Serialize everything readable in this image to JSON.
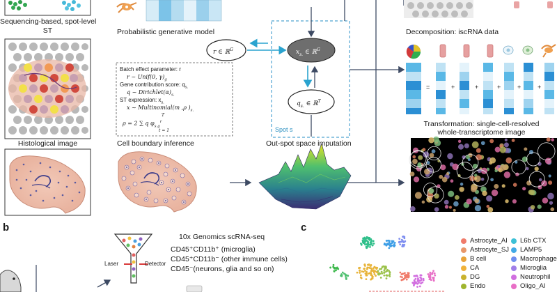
{
  "panel_b": {
    "letter": "b"
  },
  "panel_c": {
    "letter": "c"
  },
  "labels": {
    "seq_line1": "Sequencing-based, spot-level",
    "seq_line2": "ST",
    "prob_model": "Probabilistic generative model",
    "histology": "Histological image",
    "cell_boundary": "Cell boundary inference",
    "outspot": "Out-spot space imputation",
    "decomposition": "Decomposition: iscRNA data",
    "transform_line1": "Transformation: single-cell-resolved",
    "transform_line2": "whole-transcriptome image",
    "spot": "Spot s"
  },
  "nodes": {
    "r": "r ∈ ℝ",
    "r_sup": "G",
    "x": "x",
    "x_sub": "s.",
    "x_rest": " ∈ ℝ",
    "x_sup": "G",
    "q": "q",
    "q_sub": "s.",
    "q_rest": " ∈ ℝ",
    "q_sup": "T"
  },
  "model_box": {
    "l1": "Batch effect parameter: r",
    "l2": "r  ~ Unif(0, γ)",
    "l2_sub": "g",
    "l3": "Gene contribution score: q",
    "l3_sub": "s.",
    "l4": "q   ~ Dirichlet(α)",
    "l4_sub": "s.",
    "l5": "ST expression: x",
    "l5_sub": "s.",
    "l6": "x   ~ Multinomial(m ,ρ )",
    "l6_sub": "s.",
    "l7": "ρ   = 2  ∑   q   φ",
    "l7_sub": "s.g",
    "l7_sup": "r",
    "l7_sum_top": "T",
    "l7_sum_bot": "t = 1"
  },
  "equation_ops": {
    "eq": "=",
    "plus": "+"
  },
  "panel_b_text": {
    "title": "10x Genomics scRNA-seq",
    "line1": "CD45⁺CD11b⁺ (microglia)",
    "line2": "CD45⁺CD11b⁻ (other immune cells)",
    "line3": "CD45⁻(neurons, glia and so on)",
    "laser": "Laser",
    "detector": "Detector"
  },
  "legend_col1": [
    {
      "label": "Astrocyte_AI",
      "color": "#f07b6a"
    },
    {
      "label": "Astrocyte_SJ",
      "color": "#e8976a"
    },
    {
      "label": "B cell",
      "color": "#e8a33a"
    },
    {
      "label": "CA",
      "color": "#f0b23a"
    },
    {
      "label": "DG",
      "color": "#c9b22e"
    },
    {
      "label": "Endo",
      "color": "#9fb52e"
    }
  ],
  "legend_col2": [
    {
      "label": "L6b CTX",
      "color": "#3cc0d6"
    },
    {
      "label": "LAMP5",
      "color": "#42a9e6"
    },
    {
      "label": "Macrophage",
      "color": "#6f8ef0"
    },
    {
      "label": "Microglia",
      "color": "#a07ee8"
    },
    {
      "label": "Neutrophil",
      "color": "#d06fe0"
    },
    {
      "label": "Oligo_AI",
      "color": "#e86fc6"
    }
  ]
}
